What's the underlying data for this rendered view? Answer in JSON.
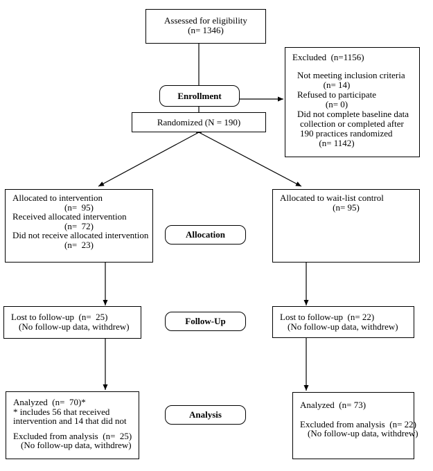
{
  "colors": {
    "background": "#ffffff",
    "line": "#000000",
    "text": "#000000"
  },
  "labels": {
    "enrollment": "Enrollment",
    "allocation": "Allocation",
    "followup": "Follow-Up",
    "analysis": "Analysis"
  },
  "boxes": {
    "assessed": {
      "lines": [
        "Assessed for eligibility",
        "(n= 1346)"
      ]
    },
    "excluded": {
      "lines": [
        "Excluded  (n=1156)",
        "Not meeting inclusion criteria",
        "(n= 14)",
        "Refused to participate",
        "(n= 0)",
        "Did not complete baseline data",
        "collection or completed after",
        "190 practices randomized",
        "(n= 1142)"
      ]
    },
    "randomized": {
      "lines": [
        "Randomized (N = 190)"
      ]
    },
    "allocated_intervention": {
      "lines": [
        "Allocated to intervention",
        "(n=  95)",
        "Received allocated intervention",
        "(n=  72)",
        "Did not receive allocated intervention",
        "(n=  23)"
      ]
    },
    "allocated_control": {
      "lines": [
        "Allocated to wait-list control",
        "(n= 95)"
      ]
    },
    "followup_intervention": {
      "lines": [
        "Lost to follow-up  (n=  25)",
        "(No follow-up data, withdrew)"
      ]
    },
    "followup_control": {
      "lines": [
        "Lost to follow-up  (n= 22)",
        "(No follow-up data, withdrew)"
      ]
    },
    "analysis_intervention": {
      "lines": [
        "Analyzed  (n=  70)*",
        "* includes 56 that received",
        "intervention and 14 that did not",
        "Excluded from analysis  (n=  25)",
        "(No follow-up data, withdrew)"
      ]
    },
    "analysis_control": {
      "lines": [
        "Analyzed  (n= 73)",
        "Excluded from analysis  (n= 22)",
        "(No follow-up data, withdrew)"
      ]
    }
  }
}
